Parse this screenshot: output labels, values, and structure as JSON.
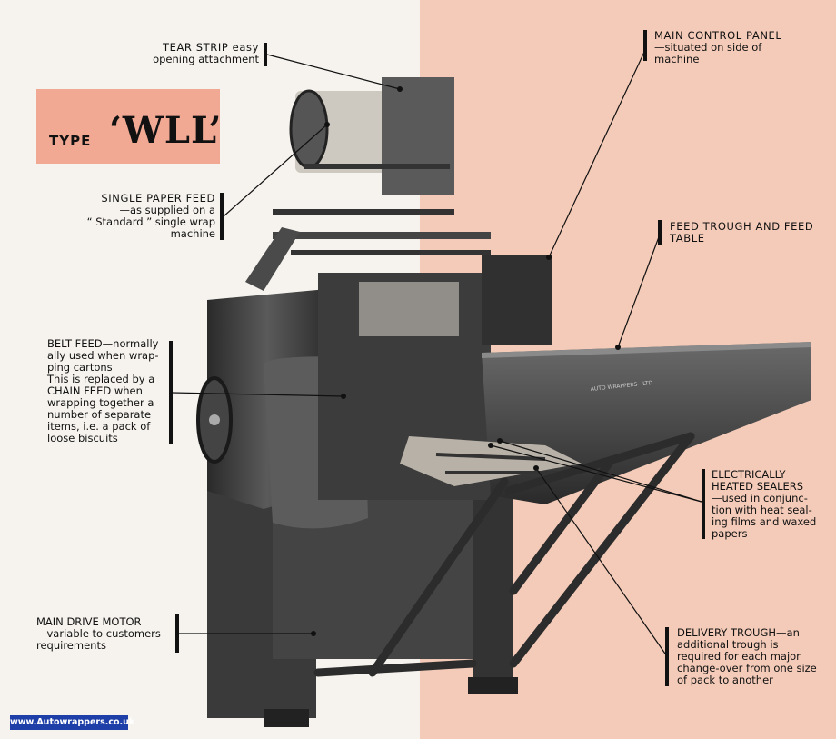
{
  "type_label": {
    "prefix": "TYPE",
    "model": "‘WLL’"
  },
  "callouts": {
    "tear_strip": {
      "title": "TEAR STRIP easy",
      "body": "opening attachment"
    },
    "main_control": {
      "title": "MAIN CONTROL PANEL",
      "body_lines": [
        "—situated on side of",
        "machine"
      ]
    },
    "single_paper": {
      "title": "SINGLE PAPER FEED",
      "body_lines": [
        "—as supplied on a",
        "“ Standard ” single wrap",
        "machine"
      ]
    },
    "feed_trough": {
      "title_lines": [
        "FEED TROUGH AND FEED",
        "TABLE"
      ]
    },
    "belt_feed": {
      "lines": [
        "BELT FEED—normally",
        "ally used when wrap-",
        "ping cartons",
        "This is replaced by a",
        "CHAIN FEED when",
        "wrapping together a",
        "number of separate",
        "items, i.e. a pack of",
        "loose biscuits"
      ]
    },
    "sealers": {
      "lines": [
        "ELECTRICALLY",
        "HEATED SEALERS",
        "—used in conjunc-",
        "tion with heat seal-",
        "ing films and waxed",
        "papers"
      ]
    },
    "drive_motor": {
      "lines": [
        "MAIN DRIVE MOTOR",
        "—variable to customers",
        "requirements"
      ]
    },
    "delivery": {
      "lines": [
        "DELIVERY TROUGH—an",
        "additional trough is",
        "required for each major",
        "change-over from one size",
        "of pack to another"
      ]
    }
  },
  "machine_plate": "AUTO WRAPPERS—LTD",
  "watermark": "www.Autowrappers.co.uk"
}
